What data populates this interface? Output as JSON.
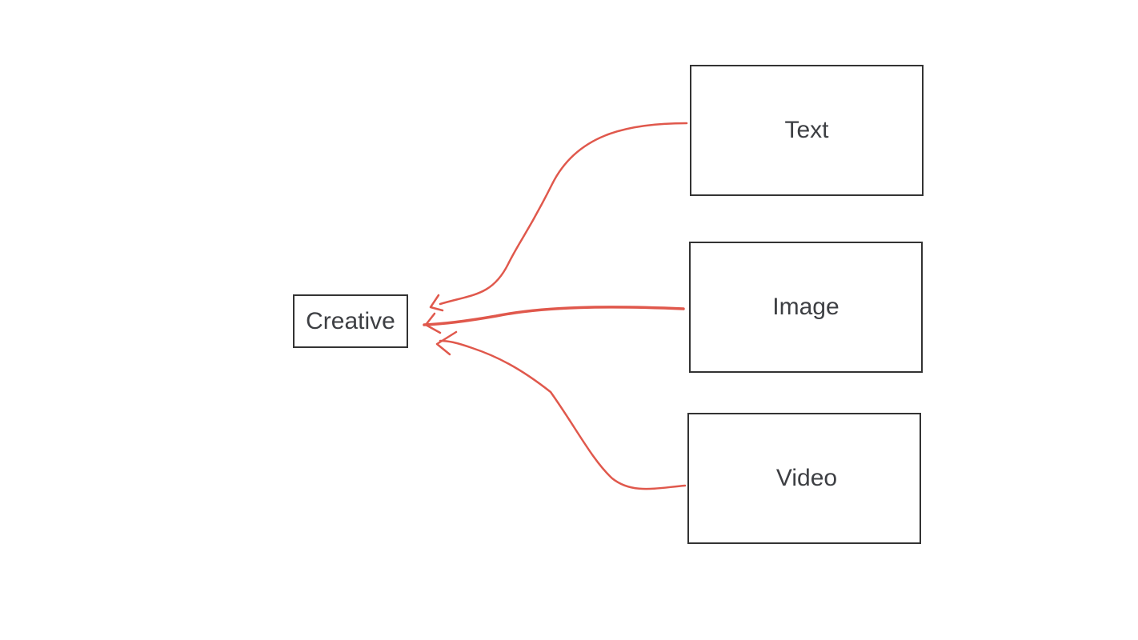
{
  "nodes": {
    "creative": "Creative",
    "text": "Text",
    "image": "Image",
    "video": "Video"
  },
  "colors": {
    "arrow": "#e0584c",
    "border": "#333333",
    "text": "#3d3f43"
  }
}
